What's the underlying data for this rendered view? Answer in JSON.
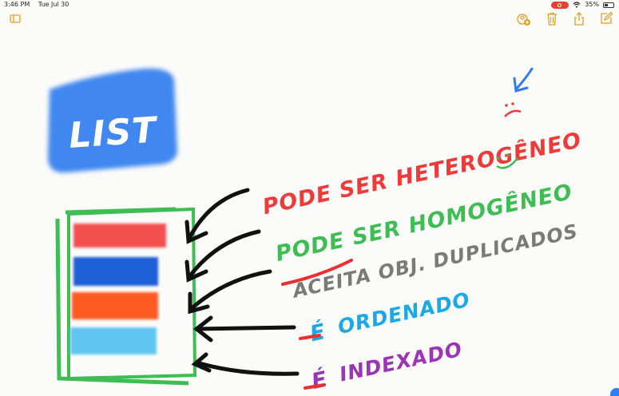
{
  "status_bar": {
    "time": "3:46 PM",
    "date": "Tue Jul 30",
    "battery": "35%"
  },
  "toolbar": {
    "icons": [
      "sidebar-toggle-icon",
      "add-people-icon",
      "trash-icon",
      "share-icon",
      "compose-icon"
    ]
  },
  "note": {
    "title": "LIST",
    "properties": [
      {
        "text": "PODE SER HETEROGÊNEO",
        "emoji": ":(",
        "color": "#ee3a38"
      },
      {
        "text": "PODE SER HOMOGÊNEO",
        "emoji": ":)",
        "color": "#3dbd52"
      },
      {
        "text": "ACEITA OBJ. DUPLICADOS",
        "color": "#7a7a7a"
      },
      {
        "text_accent": "É",
        "text": "ORDENADO",
        "color": "#1aa8e8"
      },
      {
        "text_accent": "É",
        "text": "INDEXADO",
        "color": "#9b35b6"
      }
    ],
    "colors": {
      "title_bg": "#3f87f0",
      "box": "#3dbd52",
      "bar1": "#f25050",
      "bar2": "#1b5fd6",
      "bar3": "#ff5a22",
      "bar4": "#5ec6f2",
      "arrow": "#111111",
      "underline": "#ee2e2e",
      "pointer": "#2f7cf6"
    }
  }
}
